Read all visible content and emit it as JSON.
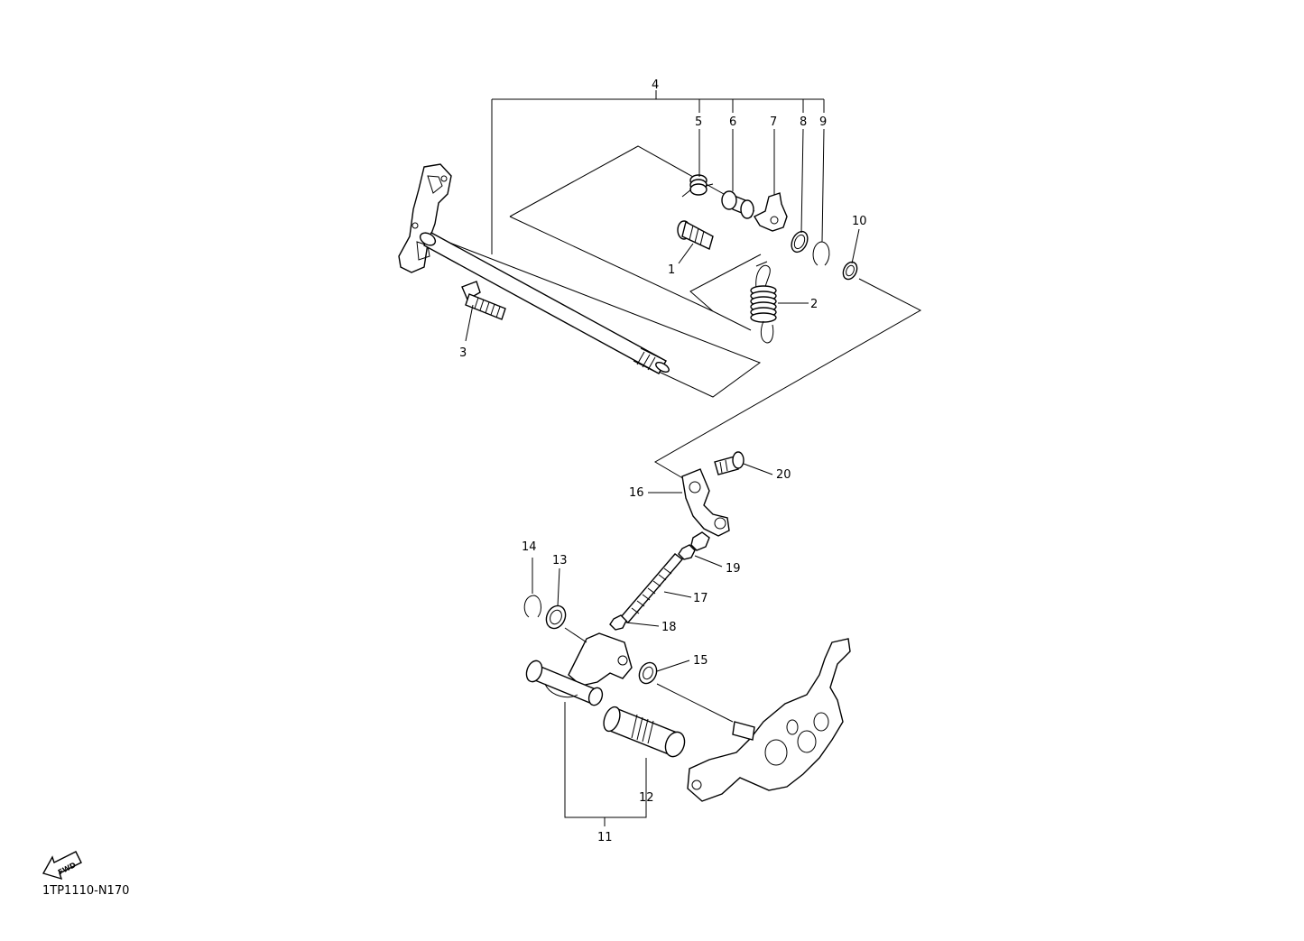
{
  "diagram_code": "1TP1110-N170",
  "fwd_label": "FWD",
  "callouts": {
    "c1": "1",
    "c2": "2",
    "c3": "3",
    "c4": "4",
    "c5": "5",
    "c6": "6",
    "c7": "7",
    "c8": "8",
    "c9": "9",
    "c10": "10",
    "c11": "11",
    "c12": "12",
    "c13": "13",
    "c14": "14",
    "c15": "15",
    "c16": "16",
    "c17": "17",
    "c18": "18",
    "c19": "19",
    "c20": "20"
  }
}
